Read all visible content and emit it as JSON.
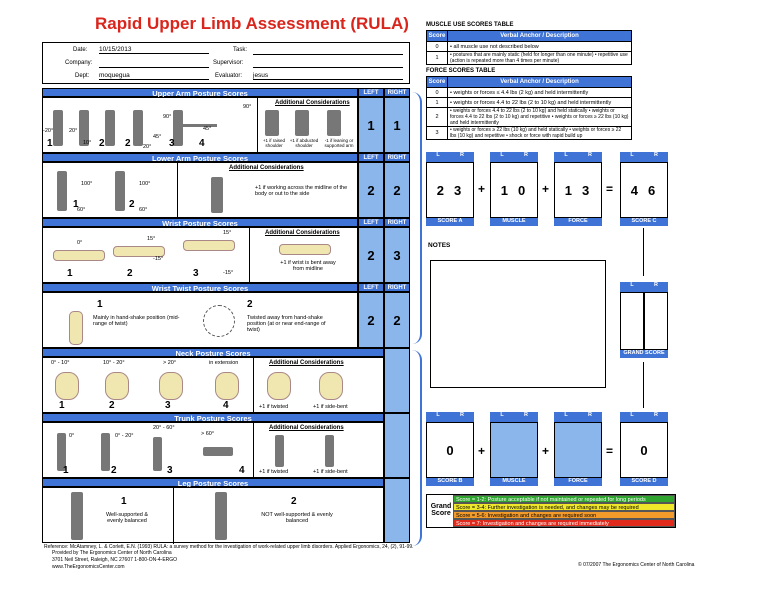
{
  "title": "Rapid Upper Limb Assessment (RULA)",
  "form": {
    "date_label": "Date:",
    "date_value": "10/15/2013",
    "task_label": "Task:",
    "task_value": "",
    "company_label": "Company:",
    "company_value": "",
    "supervisor_label": "Supervisor:",
    "supervisor_value": "",
    "dept_label": "Dept:",
    "dept_value": "moquegua",
    "evaluator_label": "Evaluator:",
    "evaluator_value": "jesus"
  },
  "left_label": "LEFT",
  "right_label": "RIGHT",
  "sections": {
    "upper_arm": {
      "title": "Upper Arm Posture Scores",
      "left": "1",
      "right": "1",
      "additional": "Additional Considerations",
      "angles": [
        "-20°",
        "20°",
        "10°",
        "20°",
        "45°",
        "90°",
        "45°",
        "90°"
      ],
      "nums": [
        "1",
        "2",
        "2",
        "3",
        "4"
      ],
      "opts": [
        "+1 if raised shoulder",
        "+1 if abducted shoulder",
        "-1 if leaning or supported arm"
      ]
    },
    "lower_arm": {
      "title": "Lower Arm Posture Scores",
      "left": "2",
      "right": "2",
      "additional": "Additional Considerations",
      "angles": [
        "100°",
        "60°",
        "100°",
        "60°"
      ],
      "nums": [
        "1",
        "2"
      ],
      "opt": "+1 if working across the midline of the body or out to the side"
    },
    "wrist": {
      "title": "Wrist Posture Scores",
      "left": "2",
      "right": "3",
      "additional": "Additional Considerations",
      "angles": [
        "0°",
        "15°",
        "-15°",
        "15°",
        "-15°"
      ],
      "nums": [
        "1",
        "2",
        "3"
      ],
      "opt": "+1 if wrist is bent away from midline"
    },
    "wrist_twist": {
      "title": "Wrist Twist Posture Scores",
      "left": "2",
      "right": "2",
      "n1": "1",
      "t1": "Mainly in hand-shake position (mid-range of twist)",
      "n2": "2",
      "t2": "Twisted away from hand-shake position (at or near end-range of twist)"
    },
    "neck": {
      "title": "Neck Posture Scores",
      "additional": "Additional Considerations",
      "angles": [
        "0° - 10°",
        "10° - 20°",
        "> 20°",
        "in extension"
      ],
      "nums": [
        "1",
        "2",
        "3",
        "4"
      ],
      "opts": [
        "+1 if twisted",
        "+1 if side-bent"
      ]
    },
    "trunk": {
      "title": "Trunk Posture Scores",
      "additional": "Additional Considerations",
      "angles": [
        "0°",
        "0° - 20°",
        "20° - 60°",
        "> 60°"
      ],
      "nums": [
        "1",
        "2",
        "3",
        "4"
      ],
      "opts": [
        "+1 if twisted",
        "+1 if side-bent"
      ]
    },
    "leg": {
      "title": "Leg Posture Scores",
      "n1": "1",
      "t1": "Well-supported & evenly balanced",
      "n2": "2",
      "t2": "NOT well-supported & evenly balanced"
    }
  },
  "muscle_table": {
    "title": "MUSCLE USE SCORES TABLE",
    "col1": "Score",
    "col2": "Verbal Anchor / Description",
    "rows": [
      {
        "score": "0",
        "desc": "• all muscle use not described below"
      },
      {
        "score": "1",
        "desc": "• postures that are mainly static (held for longer than one minute) • repetitive use (action is repeated more than 4 times per minute)"
      }
    ]
  },
  "force_table": {
    "title": "FORCE SCORES TABLE",
    "col1": "Score",
    "col2": "Verbal Anchor / Description",
    "rows": [
      {
        "score": "0",
        "desc": "• weights or forces ≤ 4.4 lbs (2 kg) and held intermittently"
      },
      {
        "score": "1",
        "desc": "• weights or forces 4.4 to 22 lbs (2 to 10 kg) and held intermittently"
      },
      {
        "score": "2",
        "desc": "• weights or forces 4.4 to 22 lbs (2 to 10 kg) and held statically • weights or forces 4.4 to 22 lbs (2 to 10 kg) and repetitive • weights or forces ≥ 22 lbs (10 kg) and held intermittently"
      },
      {
        "score": "3",
        "desc": "• weights or forces ≥ 22 lbs (10 kg) and held statically • weights or forces ≥ 22 lbs (10 kg) and repetitive • shock or force with rapid build up"
      }
    ]
  },
  "calc": {
    "L": "L",
    "R": "R",
    "score_a": {
      "label": "SCORE A",
      "l": "2",
      "r": "3"
    },
    "muscle_a": {
      "label": "MUSCLE",
      "l": "1",
      "r": "0"
    },
    "force_a": {
      "label": "FORCE",
      "l": "1",
      "r": "3"
    },
    "score_c": {
      "label": "SCORE C",
      "l": "4",
      "r": "6"
    },
    "grand": {
      "label": "GRAND SCORE",
      "l": "",
      "r": ""
    },
    "score_b": {
      "label": "SCORE B",
      "v": "0"
    },
    "muscle_b": {
      "label": "MUSCLE",
      "v": ""
    },
    "force_b": {
      "label": "FORCE",
      "v": ""
    },
    "score_d": {
      "label": "SCORE D",
      "v": "0"
    },
    "plus": "+",
    "equals": "="
  },
  "notes_label": "NOTES",
  "grand_score": {
    "label": "Grand Score",
    "bands": [
      {
        "text": "Score = 1-2: Posture acceptable if not maintained or repeated for long periods",
        "color": "#2fa52f"
      },
      {
        "text": "Score = 3-4: Further investigation is needed, and changes may be required",
        "color": "#f0e62a"
      },
      {
        "text": "Score = 5-6: Investigation and changes are required soon",
        "color": "#f29a2a"
      },
      {
        "text": "Score = 7: Investigation and changes are required immediately",
        "color": "#e02a1c"
      }
    ]
  },
  "footer": {
    "reference": "Reference: McAtamney, L. & Corlett, E.N. (1993) RULA: a survey method for the investigation of work-related upper limb disorders. Applied Ergonomics, 24, (2), 91-99.",
    "provided": "Provided by The Ergonomics Center of North Carolina",
    "address": "3701 Neil Street, Raleigh, NC 27607 1-800-ON-4-ERGO",
    "website": "www.TheErgonomicsCenter.com",
    "copyright": "© 07/2007 The Ergonomics Center of North Carolina"
  }
}
